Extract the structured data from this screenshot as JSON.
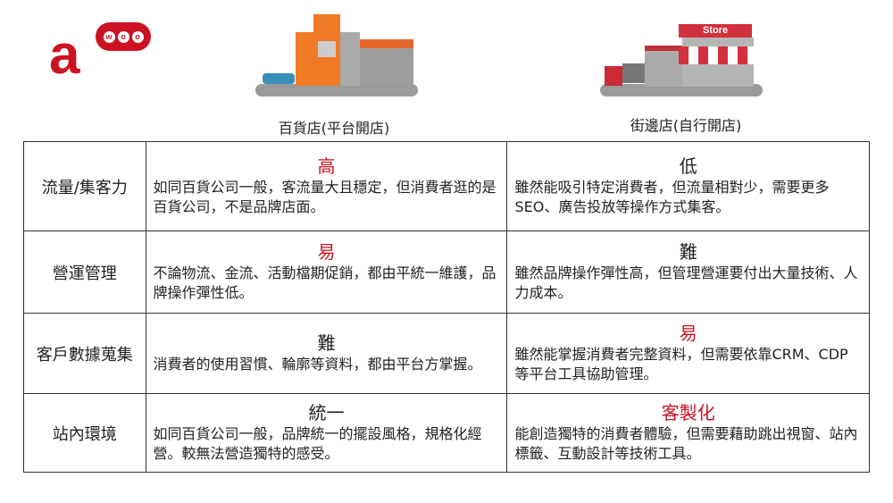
{
  "logo": {
    "text": "awoo",
    "bubble_letters": [
      "w",
      "o",
      "o"
    ]
  },
  "columns": [
    {
      "label": "百貨店(平台開店)"
    },
    {
      "label": "街邊店(自行開店)"
    }
  ],
  "store_sign": "Store",
  "colors": {
    "accent": "#cc1222"
  },
  "rows": [
    {
      "label": "流量/集客力",
      "dept": {
        "level": "高",
        "highlight": true,
        "text": "如同百貨公司一般，客流量大且穩定，但消費者逛的是百貨公司，不是品牌店面。"
      },
      "street": {
        "level": "低",
        "highlight": false,
        "text": "雖然能吸引特定消費者，但流量相對少，需要更多SEO、廣告投放等操作方式集客。"
      }
    },
    {
      "label": "營運管理",
      "dept": {
        "level": "易",
        "highlight": true,
        "text": "不論物流、金流、活動檔期促銷，都由平統一維護，品牌操作彈性低。"
      },
      "street": {
        "level": "難",
        "highlight": false,
        "text": "雖然品牌操作彈性高，但管理營運要付出大量技術、人力成本。"
      }
    },
    {
      "label": "客戶數據蒐集",
      "dept": {
        "level": "難",
        "highlight": false,
        "text": "消費者的使用習慣、輪廓等資料，都由平台方掌握。"
      },
      "street": {
        "level": "易",
        "highlight": true,
        "text": "雖然能掌握消費者完整資料，但需要依靠CRM、CDP 等平台工具協助管理。"
      }
    },
    {
      "label": "站內環境",
      "dept": {
        "level": "統一",
        "highlight": false,
        "text": "如同百貨公司一般，品牌統一的擺設風格，規格化經營。較無法營造獨特的感受。"
      },
      "street": {
        "level": "客製化",
        "highlight": true,
        "text": "能創造獨特的消費者體驗，但需要藉助跳出視窗、站內標籤、互動設計等技術工具。"
      }
    }
  ]
}
